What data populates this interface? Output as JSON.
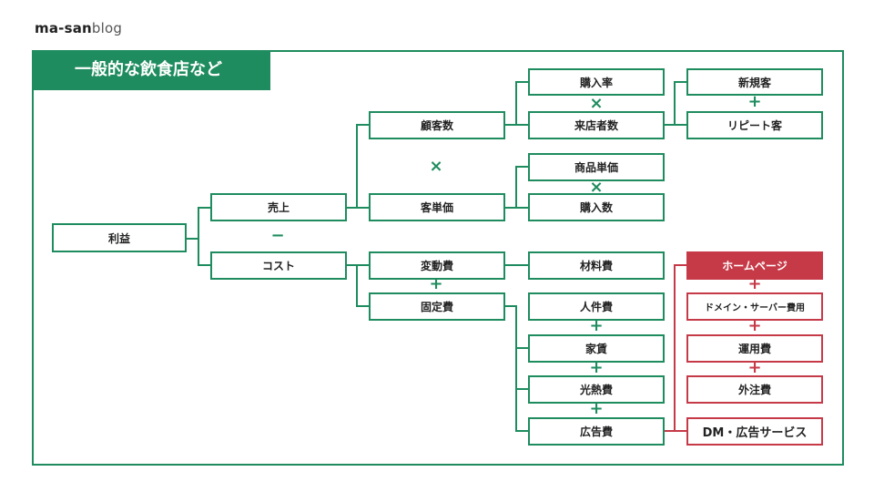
{
  "brand": {
    "bold": "ma-san",
    "light": "blog"
  },
  "title": "一般的な飲食店など",
  "nodes": {
    "profit": "利益",
    "sales": "売上",
    "cost": "コスト",
    "customers": "顧客数",
    "unit_price": "客単価",
    "variable_cost": "変動費",
    "fixed_cost": "固定費",
    "purchase_rate": "購入率",
    "visitors": "来店者数",
    "product_price": "商品単価",
    "purchase_qty": "購入数",
    "material_cost": "材料費",
    "personnel_cost": "人件費",
    "rent": "家賃",
    "utilities": "光熱費",
    "advertising": "広告費",
    "new_customers": "新規客",
    "repeat_customers": "リピート客",
    "homepage": "ホームページ",
    "domain_server": "ドメイン・サーバー費用",
    "operation": "運用費",
    "outsourcing": "外注費",
    "dm_ad": "DM・広告サービス"
  },
  "operators": {
    "minus": "−",
    "plus": "+",
    "times": "×"
  },
  "colors": {
    "green": "#1e8c5e",
    "red": "#c63a48"
  }
}
